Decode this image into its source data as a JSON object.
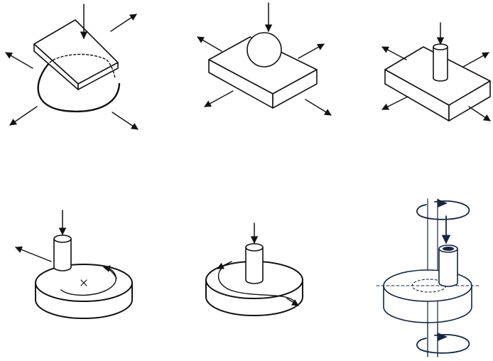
{
  "figure": {
    "panels": [
      {
        "name": "panel-block-on-dome"
      },
      {
        "name": "panel-ball-on-block"
      },
      {
        "name": "panel-pin-on-block"
      },
      {
        "name": "panel-pin-on-disk-off-center"
      },
      {
        "name": "panel-pin-on-disk-centered"
      },
      {
        "name": "panel-pin-on-disk-with-axis"
      }
    ]
  },
  "colors": {
    "ink": "#111111",
    "axis_navy": "#15263f",
    "background": "#ffffff"
  }
}
